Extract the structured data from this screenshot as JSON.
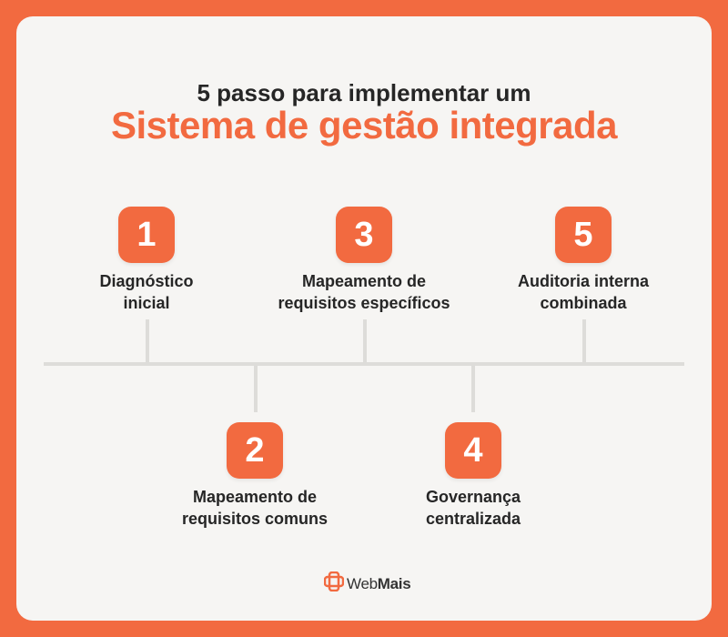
{
  "header": {
    "subtitle": "5 passo para implementar um",
    "title": "Sistema de gestão integrada"
  },
  "steps": [
    {
      "number": "1",
      "label_line1": "Diagnóstico",
      "label_line2": "inicial"
    },
    {
      "number": "2",
      "label_line1": "Mapeamento de",
      "label_line2": "requisitos comuns"
    },
    {
      "number": "3",
      "label_line1": "Mapeamento de",
      "label_line2": "requisitos específicos"
    },
    {
      "number": "4",
      "label_line1": "Governança",
      "label_line2": "centralizada"
    },
    {
      "number": "5",
      "label_line1": "Auditoria interna",
      "label_line2": "combinada"
    }
  ],
  "brand": {
    "logo_prefix": "Web",
    "logo_suffix": "Mais",
    "icon": "webmais-logo-icon"
  },
  "colors": {
    "accent": "#f26a40",
    "background": "#f6f5f3",
    "text": "#262626",
    "timeline": "#dddcd9"
  }
}
